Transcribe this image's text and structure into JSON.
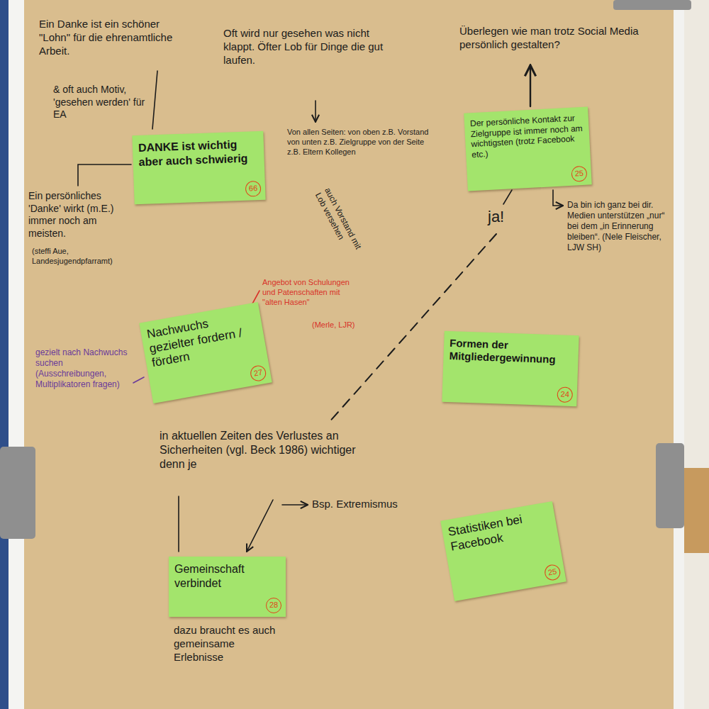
{
  "diagram": {
    "nodes": [
      {
        "text": [
          "DANKE ist wichtig aber auch schwierig",
          "66"
        ]
      },
      {
        "text": [
          "Der persönliche Kontakt zur Zielgruppe ist immer noch am wichtigsten (trotz Facebook etc.)",
          "25"
        ]
      },
      {
        "text": [
          "Nachwuchs gezielter fordern / fördern",
          "27"
        ]
      },
      {
        "text": [
          "Formen der Mitgliedergewinnung",
          "24"
        ]
      },
      {
        "text": [
          "Statistiken bei Facebook",
          "25"
        ]
      },
      {
        "text": [
          "Gemeinschaft verbindet",
          "28"
        ]
      }
    ],
    "labels": [
      "Ein Danke ist ein schöner \"Lohn\" für die ehrenamtliche Arbeit.",
      "& oft auch Motiv, 'gesehen werden' für EA",
      "Ein persönliches 'Danke' wirkt (m.E.) immer noch am meisten.",
      "(steffi Aue, Landesjugendpfarramt)",
      "Oft wird nur gesehen was nicht klappt. Öfter Lob für Dinge die gut laufen.",
      "Von allen Seiten: von oben z.B. Vorstand von unten z.B. Zielgruppe von der Seite z.B. Eltern Kollegen",
      "auch Vorstand mit Lob versehen",
      "Angebot von Schulungen und Patenschaften mit \"alten Hasen\"",
      "(Merle, LJR)",
      "gezielt nach Nachwuchs suchen (Ausschreibungen, Multiplikatoren fragen)",
      "Überlegen wie man trotz Social Media persönlich gestalten?",
      "ja!",
      "Da bin ich ganz bei dir. Medien unterstützen „nur“ bei dem „in Erinnerung bleiben“. (Nele Fleischer, LJW SH)",
      "in aktuellen Zeiten des Verlustes an Sicherheiten (vgl. Beck 1986) wichtiger denn je",
      "Bsp. Extremismus",
      "dazu braucht es auch gemeinsame Erlebnisse"
    ]
  }
}
